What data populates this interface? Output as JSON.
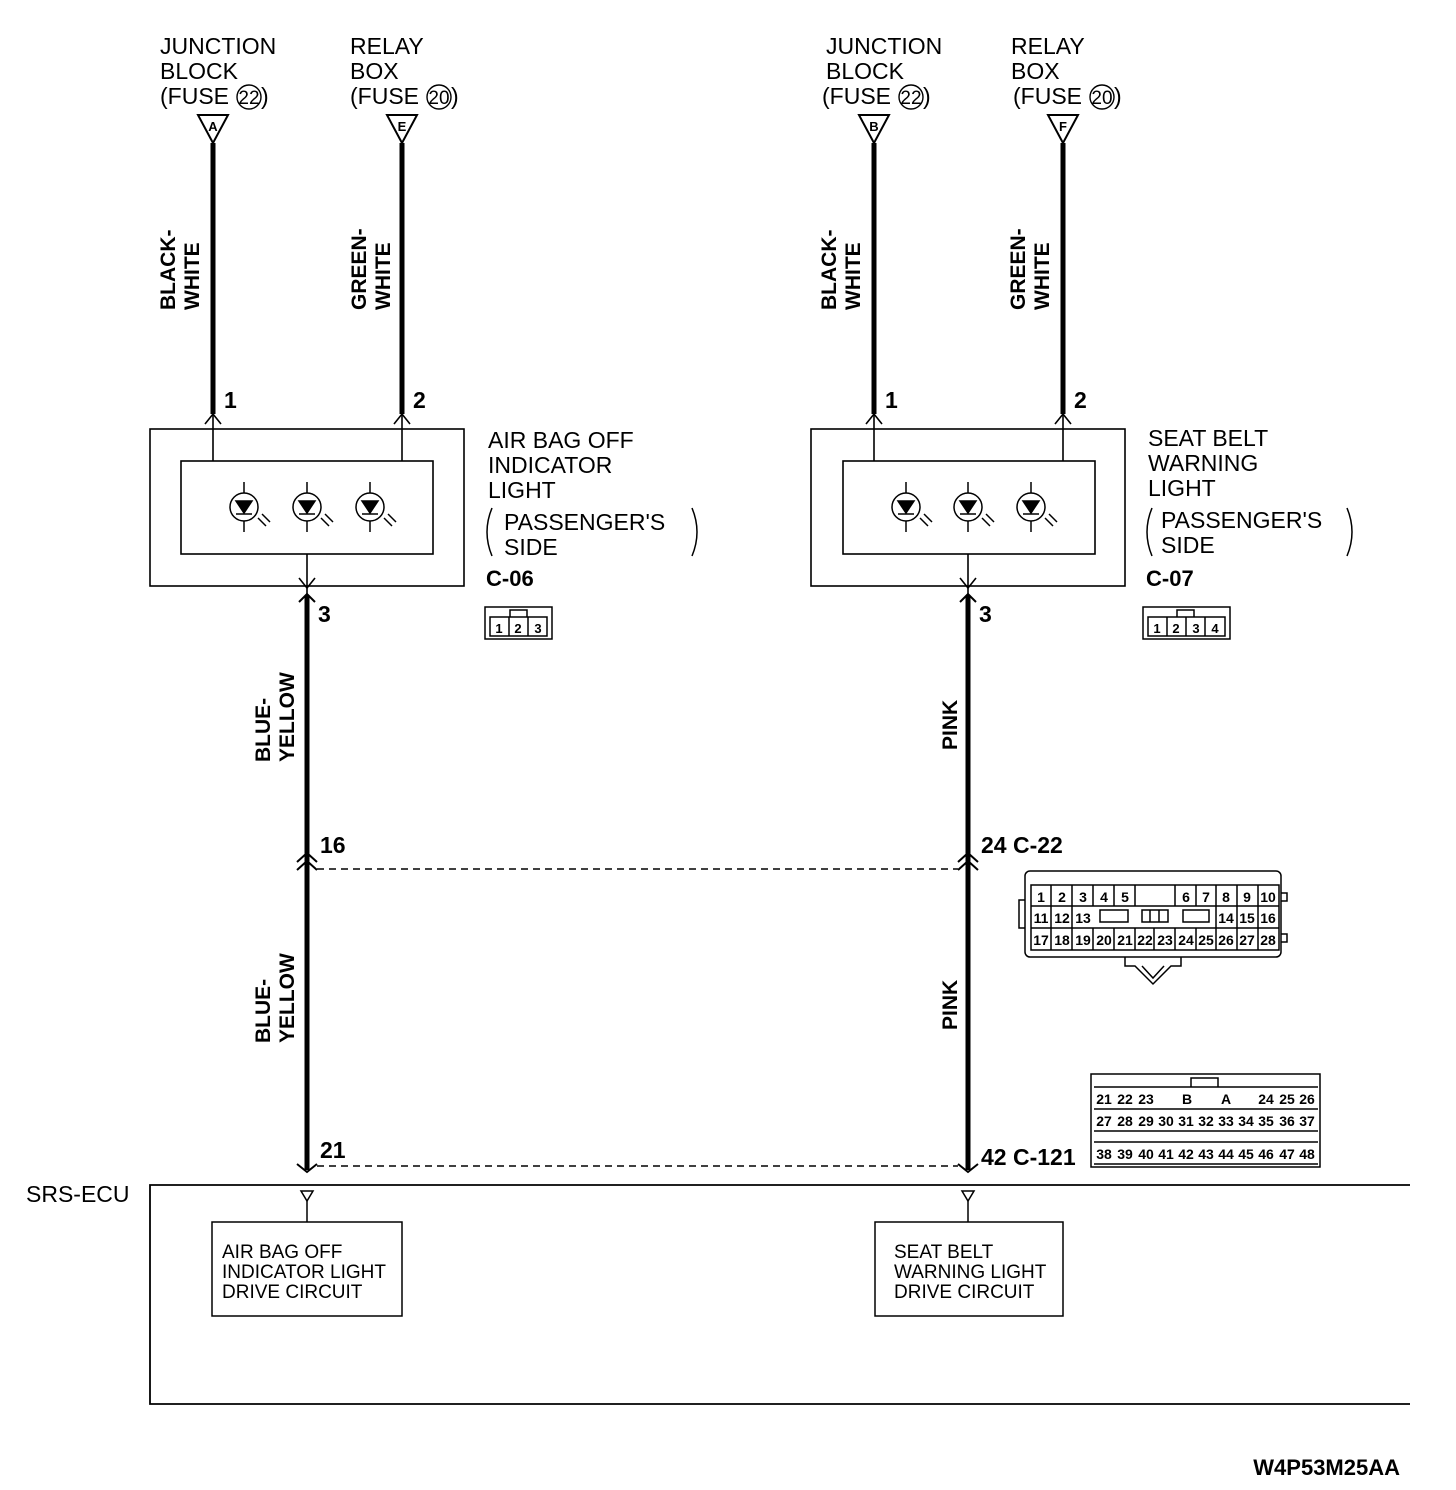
{
  "top_sources": [
    {
      "line1": "JUNCTION",
      "line2": "BLOCK",
      "line3": "(FUSE",
      "fuse": "22",
      "close": ")",
      "terminal": "A"
    },
    {
      "line1": "RELAY",
      "line2": "BOX",
      "line3": "(FUSE",
      "fuse": "20",
      "close": ")",
      "terminal": "E"
    },
    {
      "line1": "JUNCTION",
      "line2": "BLOCK",
      "line3": "(FUSE",
      "fuse": "22",
      "close": ")",
      "terminal": "B"
    },
    {
      "line1": "RELAY",
      "line2": "BOX",
      "line3": "(FUSE",
      "fuse": "20",
      "close": ")",
      "terminal": "F"
    }
  ],
  "upper_wires": [
    {
      "l1": "BLACK-",
      "l2": "WHITE"
    },
    {
      "l1": "GREEN-",
      "l2": "WHITE"
    },
    {
      "l1": "BLACK-",
      "l2": "WHITE"
    },
    {
      "l1": "GREEN-",
      "l2": "WHITE"
    }
  ],
  "pins": {
    "left_1": "1",
    "left_2": "2",
    "left_3": "3",
    "right_1": "1",
    "right_2": "2",
    "right_3": "3",
    "left_16": "16",
    "right_24": "24 C-22",
    "left_21": "21",
    "right_42": "42 C-121"
  },
  "left_component": {
    "name_l1": "AIR BAG OFF",
    "name_l2": "INDICATOR",
    "name_l3": "LIGHT",
    "sub_l1": "PASSENGER'S",
    "sub_l2": "SIDE",
    "connector": "C-06",
    "connector_pins": [
      "1",
      "2",
      "3"
    ]
  },
  "right_component": {
    "name_l1": "SEAT BELT",
    "name_l2": "WARNING",
    "name_l3": "LIGHT",
    "sub_l1": "PASSENGER'S",
    "sub_l2": "SIDE",
    "connector": "C-07",
    "connector_pins": [
      "1",
      "2",
      "3",
      "4"
    ]
  },
  "lower_wires": {
    "left_upper": {
      "l1": "BLUE-",
      "l2": "YELLOW"
    },
    "right_upper": "PINK",
    "left_lower": {
      "l1": "BLUE-",
      "l2": "YELLOW"
    },
    "right_lower": "PINK"
  },
  "c22_rows": [
    [
      "1",
      "2",
      "3",
      "4",
      "5",
      "6",
      "7",
      "8",
      "9",
      "10"
    ],
    [
      "11",
      "12",
      "13",
      "14",
      "15",
      "16"
    ],
    [
      "17",
      "18",
      "19",
      "20",
      "21",
      "22",
      "23",
      "24",
      "25",
      "26",
      "27",
      "28"
    ]
  ],
  "c121_rows": [
    [
      "21",
      "22",
      "23",
      "B",
      "A",
      "24",
      "25",
      "26"
    ],
    [
      "27",
      "28",
      "29",
      "30",
      "31",
      "32",
      "33",
      "34",
      "35",
      "36",
      "37"
    ],
    [
      "38",
      "39",
      "40",
      "41",
      "42",
      "43",
      "44",
      "45",
      "46",
      "47",
      "48"
    ]
  ],
  "ecu": {
    "label": "SRS-ECU",
    "left_box": {
      "l1": "AIR BAG OFF",
      "l2": "INDICATOR LIGHT",
      "l3": "DRIVE CIRCUIT"
    },
    "right_box": {
      "l1": "SEAT BELT",
      "l2": "WARNING LIGHT",
      "l3": "DRIVE CIRCUIT"
    }
  },
  "figure_id": "W4P53M25AA"
}
